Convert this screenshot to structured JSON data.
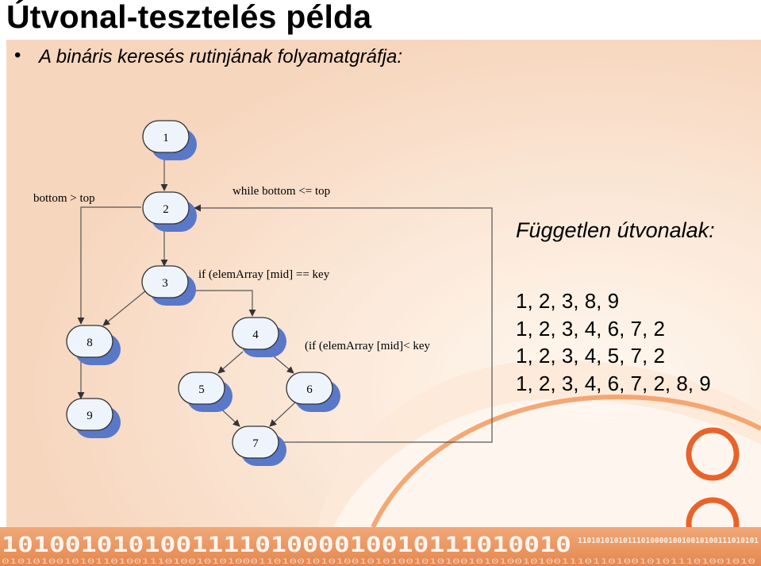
{
  "slide": {
    "title": "Útvonal-tesztelés példa",
    "bullet": "A bináris keresés rutinjának folyamatgráfja:"
  },
  "graph": {
    "nodes": [
      "1",
      "2",
      "3",
      "4",
      "5",
      "6",
      "7",
      "8",
      "9"
    ],
    "labels": {
      "loop_exit": "bottom > top",
      "loop_condition": "while bottom <= top",
      "if_equal": "if (elemArray [mid] == key",
      "if_less": "(if (elemArray [mid]< key"
    }
  },
  "independent_paths": {
    "title": "Független útvonalak:",
    "items": [
      "1, 2, 3, 8, 9",
      "1, 2, 3, 4, 6, 7, 2",
      "1, 2, 3, 4, 5, 7, 2",
      "1, 2, 3, 4, 6, 7, 2, 8, 9"
    ]
  },
  "decor": {
    "binary_line_1": "101001010100111101000010010111010010",
    "binary_line_2": "1101010101011101000010010010100111010101",
    "binary_line_3": "0101010010101101001110100101010001101001010100101010010101001010100101001110110100101011101001010",
    "colors": {
      "accent_orange": "#e8632a",
      "node_fill": "#eef4fb",
      "node_shadow": "#5a78c8"
    }
  }
}
